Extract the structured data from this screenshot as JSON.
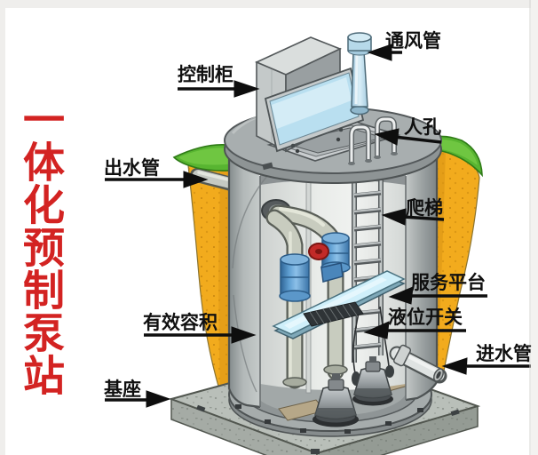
{
  "page": {
    "background": "#ffffff"
  },
  "title": {
    "text": "一体化预制泵站",
    "color": "#d32322",
    "orientation": "vertical"
  },
  "diagram": {
    "name": "integrated-prefabricated-pump-station-cutaway",
    "labels": [
      {
        "id": "control-cabinet",
        "text": "控制柜",
        "arrow": "right"
      },
      {
        "id": "vent-pipe",
        "text": "通风管",
        "arrow": "left"
      },
      {
        "id": "manhole",
        "text": "人孔",
        "arrow": "left"
      },
      {
        "id": "outlet-pipe",
        "text": "出水管",
        "arrow": "right"
      },
      {
        "id": "ladder",
        "text": "爬梯",
        "arrow": "left"
      },
      {
        "id": "service-platform",
        "text": "服务平台",
        "arrow": "left"
      },
      {
        "id": "level-switch",
        "text": "液位开关",
        "arrow": "left"
      },
      {
        "id": "effective-volume",
        "text": "有效容积",
        "arrow": "right"
      },
      {
        "id": "inlet-pipe",
        "text": "进水管",
        "arrow": "left"
      },
      {
        "id": "base",
        "text": "基座",
        "arrow": "right"
      }
    ],
    "colors": {
      "label_text": "#101010",
      "title_red": "#d32322",
      "grass_green": "#58b531",
      "soil_orange": "#f2ab1d",
      "tank_gray": "#aeb4b4",
      "coupling_blue": "#4a8fc4",
      "valve_red": "#c22a28",
      "service_platform_blue": "#cfeffa",
      "hatch_lid_blue": "#badff0",
      "vent_pipe_blue": "#b6d9e9"
    }
  }
}
